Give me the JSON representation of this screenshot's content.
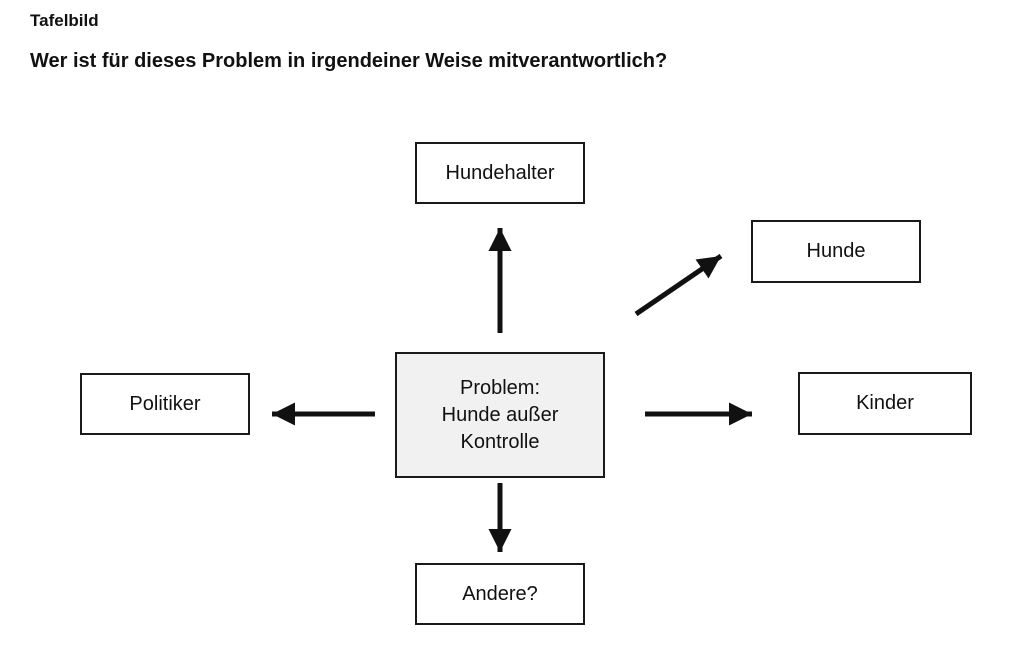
{
  "header": {
    "title": "Tafelbild",
    "question": "Wer ist für dieses Problem in irgendeiner Weise mitverantwortlich?"
  },
  "diagram": {
    "center": {
      "id": "problem",
      "lines": [
        "Problem:",
        "Hunde außer",
        "Kontrolle"
      ]
    },
    "nodes": [
      {
        "id": "hundehalter",
        "label": "Hundehalter",
        "position": "top"
      },
      {
        "id": "hunde",
        "label": "Hunde",
        "position": "top-right"
      },
      {
        "id": "kinder",
        "label": "Kinder",
        "position": "right"
      },
      {
        "id": "andere",
        "label": "Andere?",
        "position": "bottom"
      },
      {
        "id": "politiker",
        "label": "Politiker",
        "position": "left"
      }
    ],
    "colors": {
      "background": "#ffffff",
      "box_border": "#1a1a1a",
      "center_fill": "#f1f1f1",
      "arrow": "#111111",
      "text": "#111111"
    }
  }
}
